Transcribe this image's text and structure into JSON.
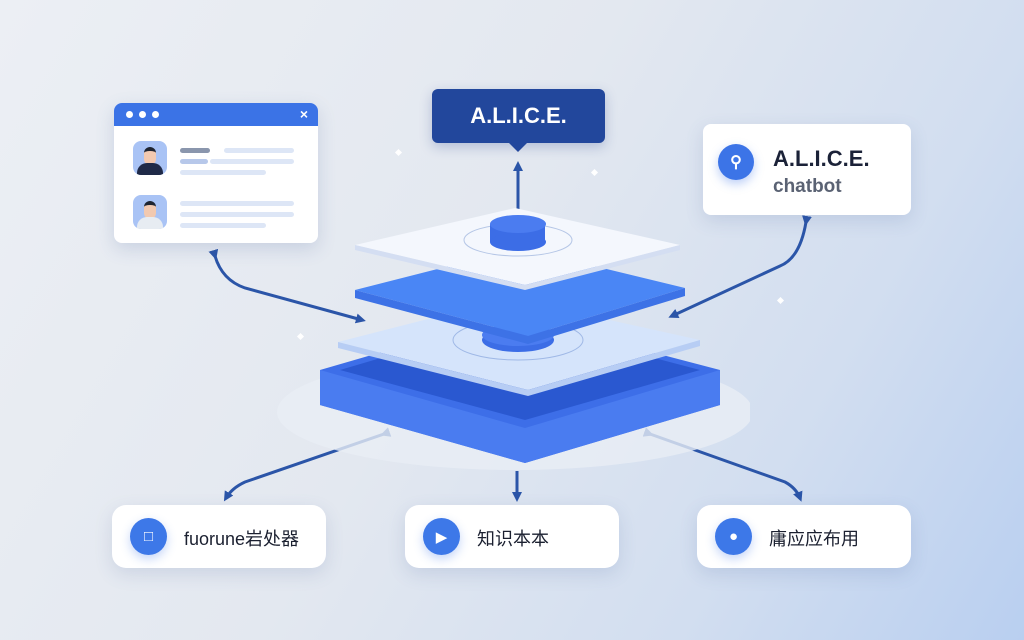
{
  "window_card": {
    "close_icon": "×",
    "rows": [
      {
        "avatar": "person-dark-suit"
      },
      {
        "avatar": "person-light-shirt"
      }
    ]
  },
  "title_tag": {
    "label": "A.L.I.C.E."
  },
  "chatbot_card": {
    "icon": "search-icon",
    "title": "A.L.I.C.E.",
    "subtitle": "chatbot"
  },
  "bottom_nodes": [
    {
      "icon": "lock-icon",
      "label": "fuorune岩处器"
    },
    {
      "icon": "play-icon",
      "label": "知识本本"
    },
    {
      "icon": "location-pin-icon",
      "label": "庸应应布用"
    }
  ],
  "colors": {
    "primary": "#3b73e6",
    "dark_blue": "#22479c",
    "arrow": "#2b55a8",
    "background": "#e6ebf2"
  }
}
